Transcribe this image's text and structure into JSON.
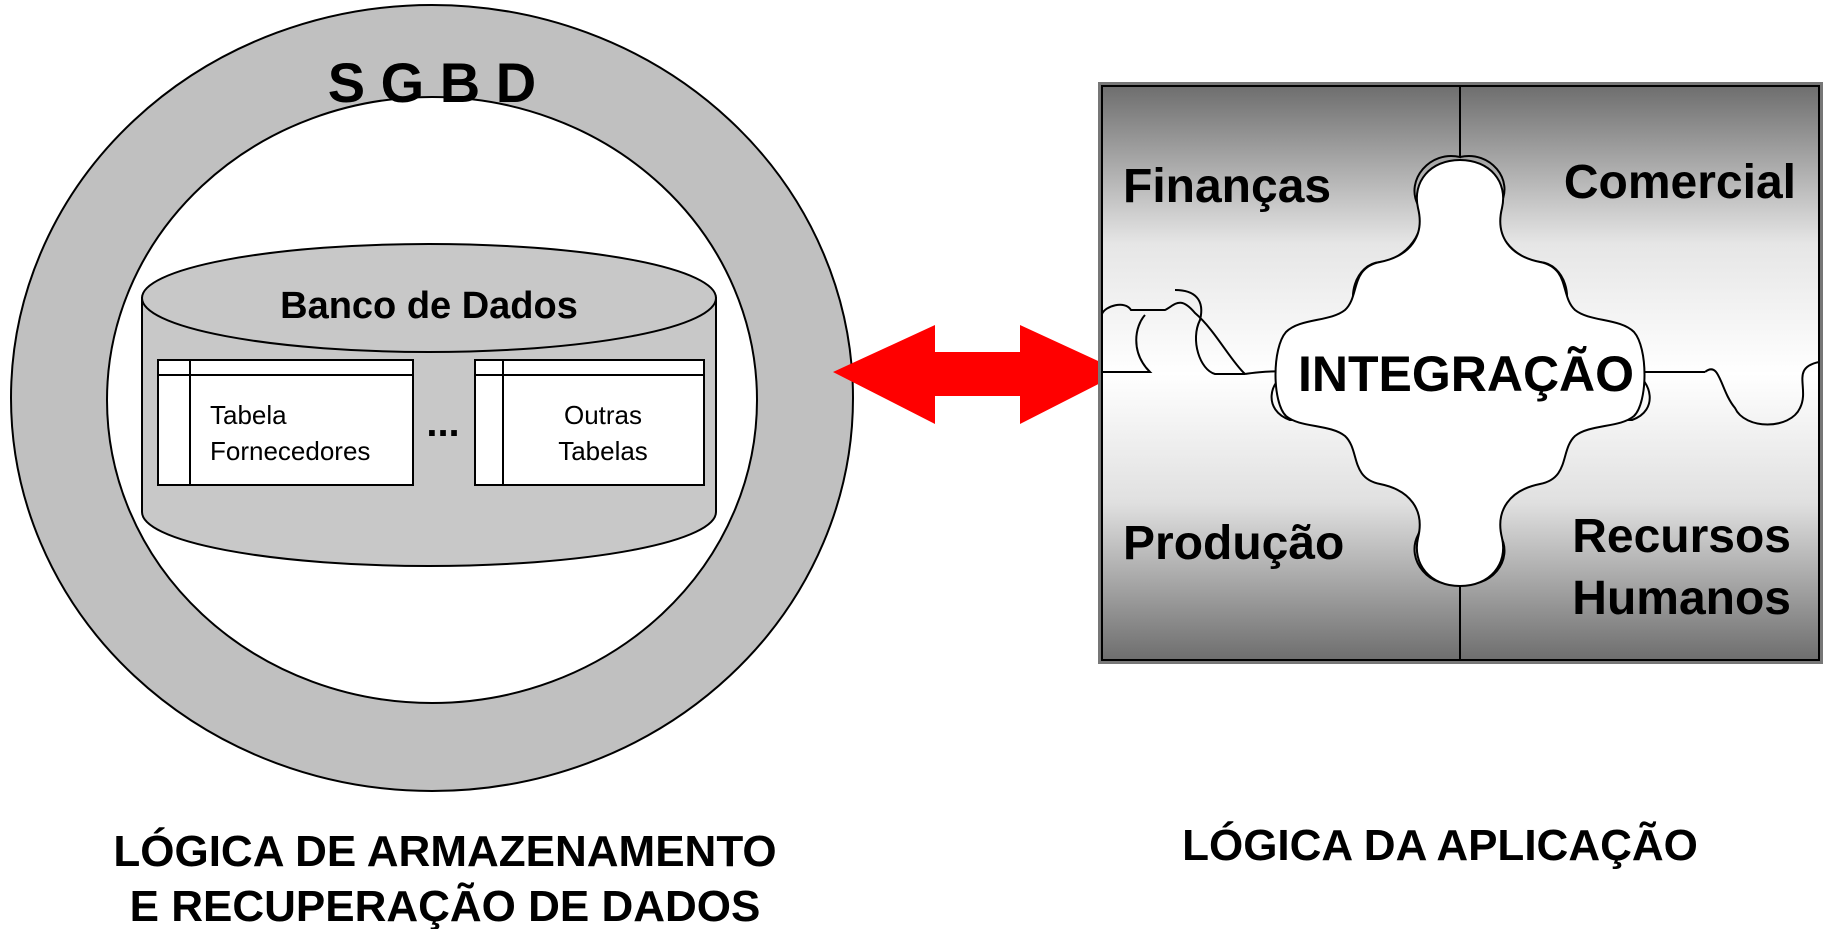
{
  "sgbd": {
    "title": "S G B D",
    "database": {
      "label": "Banco de Dados",
      "ellipsis": "...",
      "tables": [
        {
          "line1": "Tabela",
          "line2": "Fornecedores"
        },
        {
          "line1": "Outras",
          "line2": "Tabelas"
        }
      ]
    },
    "caption_line1": "LÓGICA DE ARMAZENAMENTO",
    "caption_line2": "E RECUPERAÇÃO DE DADOS"
  },
  "application": {
    "center_label": "INTEGRAÇÃO",
    "quadrants": {
      "top_left": "Finanças",
      "top_right": "Comercial",
      "bottom_left": "Produção",
      "bottom_right_line1": "Recursos",
      "bottom_right_line2": "Humanos"
    },
    "caption": "LÓGICA DA APLICAÇÃO"
  },
  "colors": {
    "ring_fill": "#c0c0c0",
    "cylinder_fill": "#c8c8c8",
    "arrow": "#ff0000",
    "puzzle_dark": "#6e6e6e",
    "puzzle_light": "#ffffff"
  }
}
